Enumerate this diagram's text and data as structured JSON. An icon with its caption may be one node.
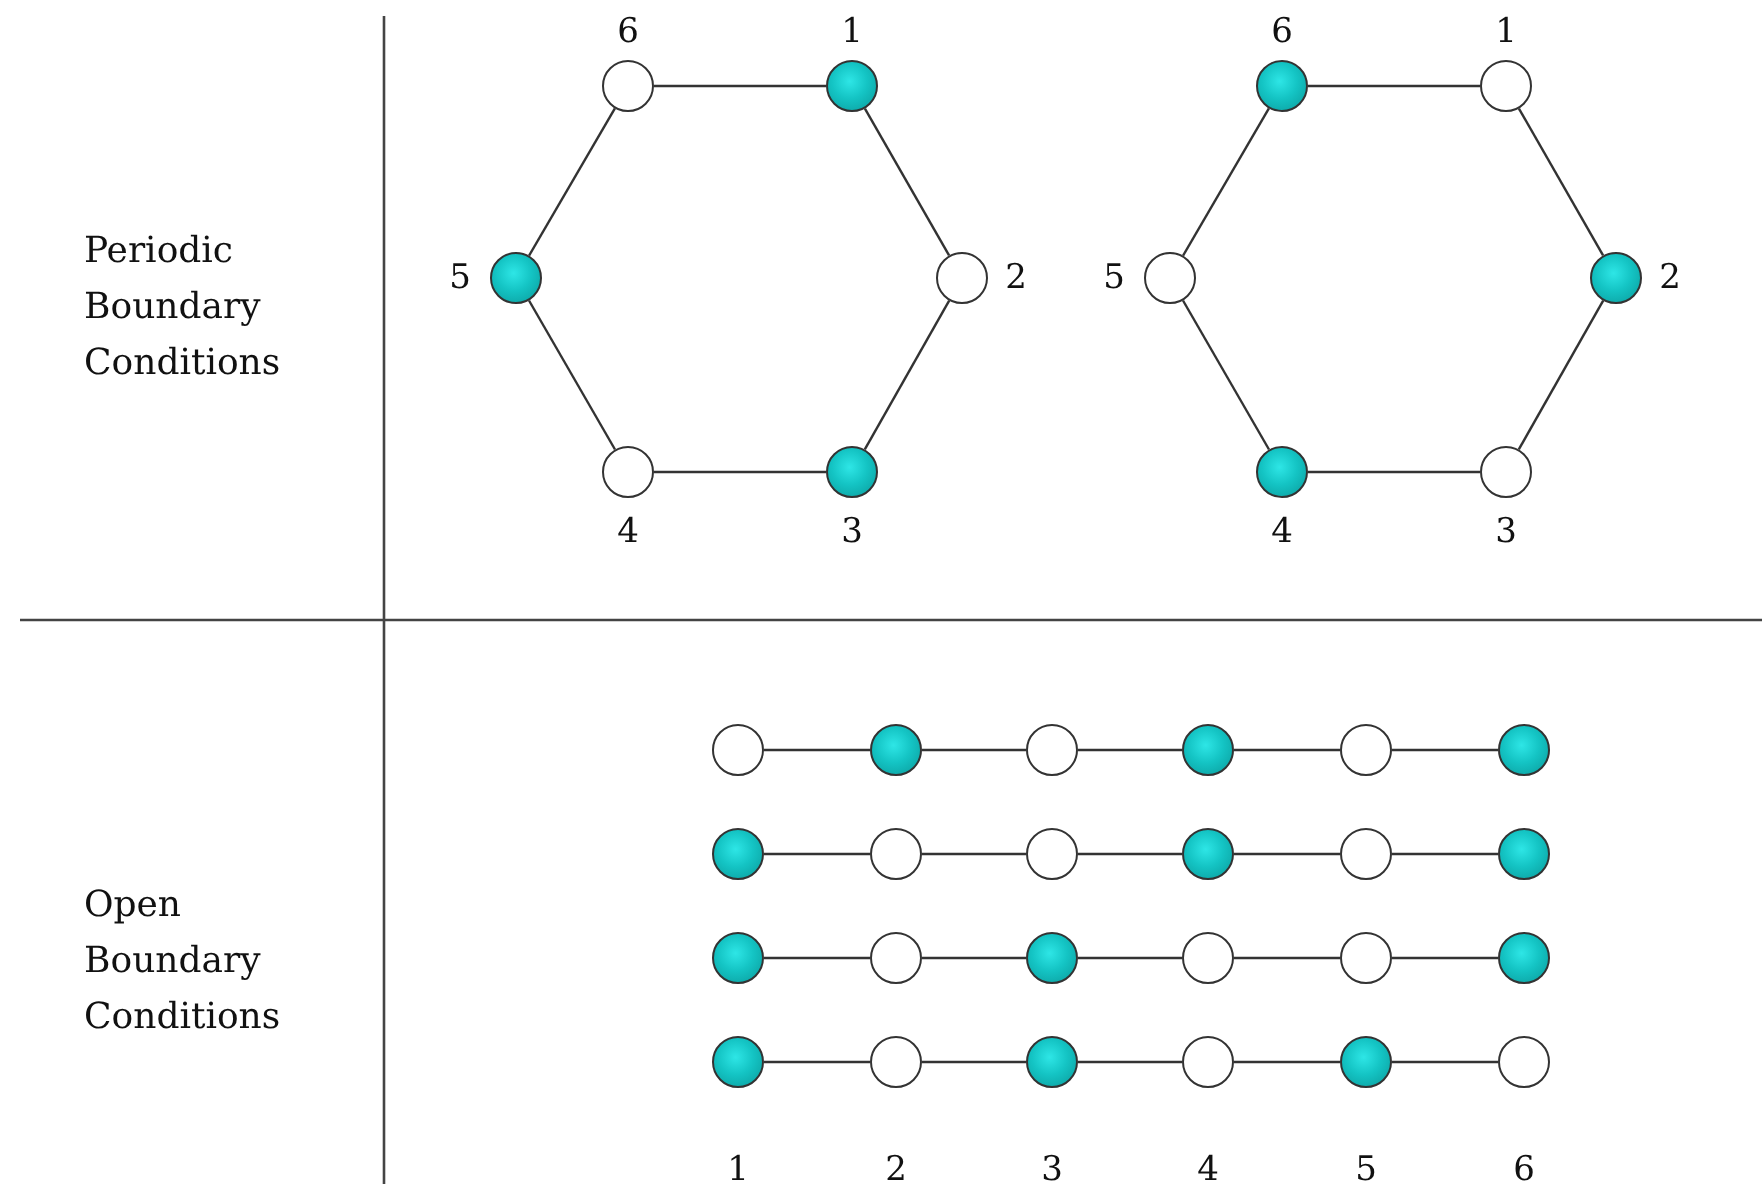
{
  "diagram": {
    "nodes": [
      {
        "text": [],
        "shape": "circle",
        "beside": [
          "6"
        ]
      },
      {
        "text": [],
        "shape": "disc",
        "beside": [
          "1"
        ]
      },
      {
        "text": [],
        "shape": "disc",
        "beside": [
          "5"
        ]
      },
      {
        "text": [],
        "shape": "circle",
        "beside": [
          "2"
        ]
      },
      {
        "text": [],
        "shape": "circle",
        "beside": [
          "4"
        ]
      },
      {
        "text": [],
        "shape": "disc",
        "beside": [
          "3"
        ]
      },
      {
        "text": [],
        "shape": "disc",
        "beside": [
          "6"
        ]
      },
      {
        "text": [],
        "shape": "circle",
        "beside": [
          "1"
        ]
      },
      {
        "text": [],
        "shape": "circle",
        "beside": [
          "5"
        ]
      },
      {
        "text": [],
        "shape": "disc",
        "beside": [
          "2"
        ]
      },
      {
        "text": [],
        "shape": "disc",
        "beside": [
          "4"
        ]
      },
      {
        "text": [],
        "shape": "circle",
        "beside": [
          "3"
        ]
      },
      {
        "text": [],
        "shape": "circle"
      },
      {
        "text": [],
        "shape": "disc"
      },
      {
        "text": [],
        "shape": "circle"
      },
      {
        "text": [],
        "shape": "disc"
      },
      {
        "text": [],
        "shape": "circle"
      },
      {
        "text": [],
        "shape": "disc"
      },
      {
        "text": [],
        "shape": "disc"
      },
      {
        "text": [],
        "shape": "circle"
      },
      {
        "text": [],
        "shape": "circle"
      },
      {
        "text": [],
        "shape": "disc"
      },
      {
        "text": [],
        "shape": "circle"
      },
      {
        "text": [],
        "shape": "disc"
      },
      {
        "text": [],
        "shape": "disc"
      },
      {
        "text": [],
        "shape": "circle"
      },
      {
        "text": [],
        "shape": "disc"
      },
      {
        "text": [],
        "shape": "circle"
      },
      {
        "text": [],
        "shape": "circle"
      },
      {
        "text": [],
        "shape": "disc"
      },
      {
        "text": [],
        "shape": "disc"
      },
      {
        "text": [],
        "shape": "circle"
      },
      {
        "text": [],
        "shape": "disc"
      },
      {
        "text": [],
        "shape": "circle"
      },
      {
        "text": [],
        "shape": "disc"
      },
      {
        "text": [],
        "shape": "circle"
      }
    ],
    "edges": [
      {
        "from": 0,
        "to": 1,
        "arrow": "none"
      },
      {
        "from": 1,
        "to": 3,
        "arrow": "none"
      },
      {
        "from": 3,
        "to": 5,
        "arrow": "none"
      },
      {
        "from": 5,
        "to": 4,
        "arrow": "none"
      },
      {
        "from": 4,
        "to": 2,
        "arrow": "none"
      },
      {
        "from": 2,
        "to": 0,
        "arrow": "none"
      },
      {
        "from": 6,
        "to": 7,
        "arrow": "none"
      },
      {
        "from": 7,
        "to": 9,
        "arrow": "none"
      },
      {
        "from": 9,
        "to": 11,
        "arrow": "none"
      },
      {
        "from": 11,
        "to": 10,
        "arrow": "none"
      },
      {
        "from": 10,
        "to": 8,
        "arrow": "none"
      },
      {
        "from": 8,
        "to": 6,
        "arrow": "none"
      },
      {
        "from": 12,
        "to": 13,
        "arrow": "none"
      },
      {
        "from": 13,
        "to": 14,
        "arrow": "none"
      },
      {
        "from": 14,
        "to": 15,
        "arrow": "none"
      },
      {
        "from": 15,
        "to": 16,
        "arrow": "none"
      },
      {
        "from": 16,
        "to": 17,
        "arrow": "none"
      },
      {
        "from": 18,
        "to": 19,
        "arrow": "none"
      },
      {
        "from": 19,
        "to": 20,
        "arrow": "none"
      },
      {
        "from": 20,
        "to": 21,
        "arrow": "none"
      },
      {
        "from": 21,
        "to": 22,
        "arrow": "none"
      },
      {
        "from": 22,
        "to": 23,
        "arrow": "none"
      },
      {
        "from": 24,
        "to": 25,
        "arrow": "none"
      },
      {
        "from": 25,
        "to": 26,
        "arrow": "none"
      },
      {
        "from": 26,
        "to": 27,
        "arrow": "none"
      },
      {
        "from": 27,
        "to": 28,
        "arrow": "none"
      },
      {
        "from": 28,
        "to": 29,
        "arrow": "none"
      },
      {
        "from": 30,
        "to": 31,
        "arrow": "none"
      },
      {
        "from": 31,
        "to": 32,
        "arrow": "none"
      },
      {
        "from": 32,
        "to": 33,
        "arrow": "none"
      },
      {
        "from": 33,
        "to": 34,
        "arrow": "none"
      },
      {
        "from": 34,
        "to": 35,
        "arrow": "none"
      }
    ],
    "labels": [
      "Periodic Boundary Conditions",
      "Open Boundary Conditions",
      "1",
      "2",
      "3",
      "4",
      "5",
      "6"
    ]
  }
}
